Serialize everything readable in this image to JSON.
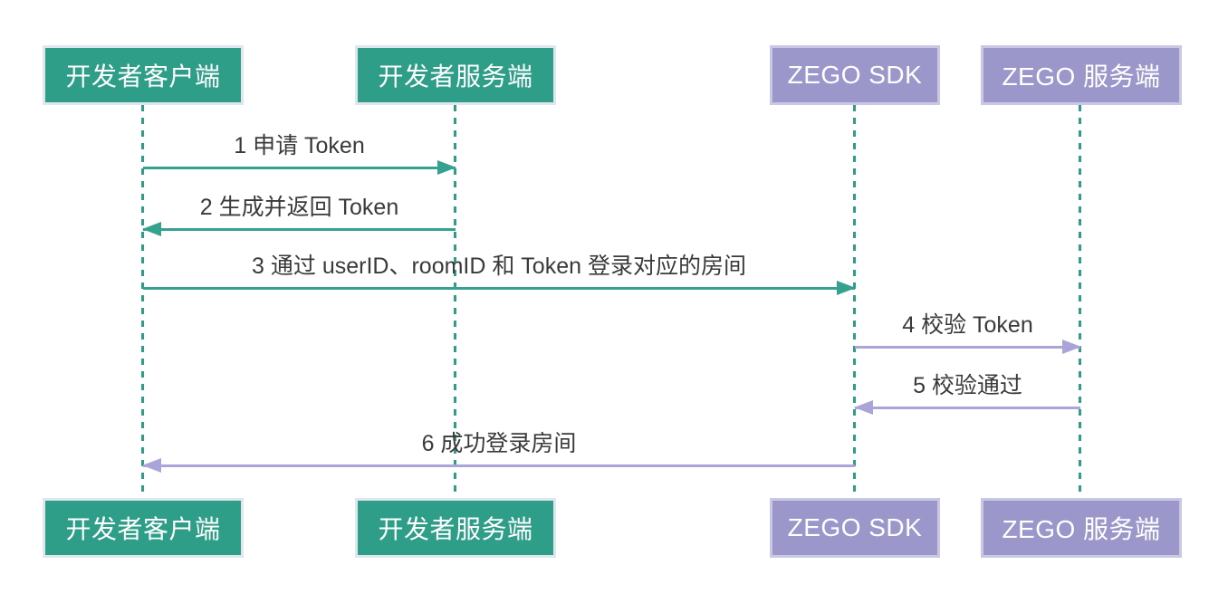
{
  "diagram": {
    "type": "sequence",
    "background": "#ffffff",
    "colors": {
      "actor_green_fill": "#2f9e88",
      "actor_green_border": "#dfe6ee",
      "actor_purple_fill": "#9b97cb",
      "actor_purple_border": "#cac7e4",
      "arrow_teal": "#35a18f",
      "arrow_purple": "#a9a5d8",
      "lifeline": "#2f9e88",
      "message_text": "#3a3a3a",
      "actor_text": "#ffffff"
    }
  },
  "actors": [
    {
      "id": "developer-client",
      "label": "开发者客户端",
      "theme": "green"
    },
    {
      "id": "developer-server",
      "label": "开发者服务端",
      "theme": "green"
    },
    {
      "id": "zego-sdk",
      "label": "ZEGO SDK",
      "theme": "purple"
    },
    {
      "id": "zego-server",
      "label": "ZEGO 服务端",
      "theme": "purple"
    }
  ],
  "messages": [
    {
      "seq": 1,
      "label": "1 申请 Token",
      "from": "developer-client",
      "to": "developer-server",
      "direction": "right",
      "color": "teal"
    },
    {
      "seq": 2,
      "label": "2 生成并返回 Token",
      "from": "developer-server",
      "to": "developer-client",
      "direction": "left",
      "color": "teal"
    },
    {
      "seq": 3,
      "label": "3 通过 userID、roomID 和 Token 登录对应的房间",
      "from": "developer-client",
      "to": "zego-sdk",
      "direction": "right",
      "color": "teal"
    },
    {
      "seq": 4,
      "label": "4 校验 Token",
      "from": "zego-sdk",
      "to": "zego-server",
      "direction": "right",
      "color": "purple"
    },
    {
      "seq": 5,
      "label": "5 校验通过",
      "from": "zego-server",
      "to": "zego-sdk",
      "direction": "left",
      "color": "purple"
    },
    {
      "seq": 6,
      "label": "6 成功登录房间",
      "from": "zego-sdk",
      "to": "developer-client",
      "direction": "left",
      "color": "purple"
    }
  ]
}
